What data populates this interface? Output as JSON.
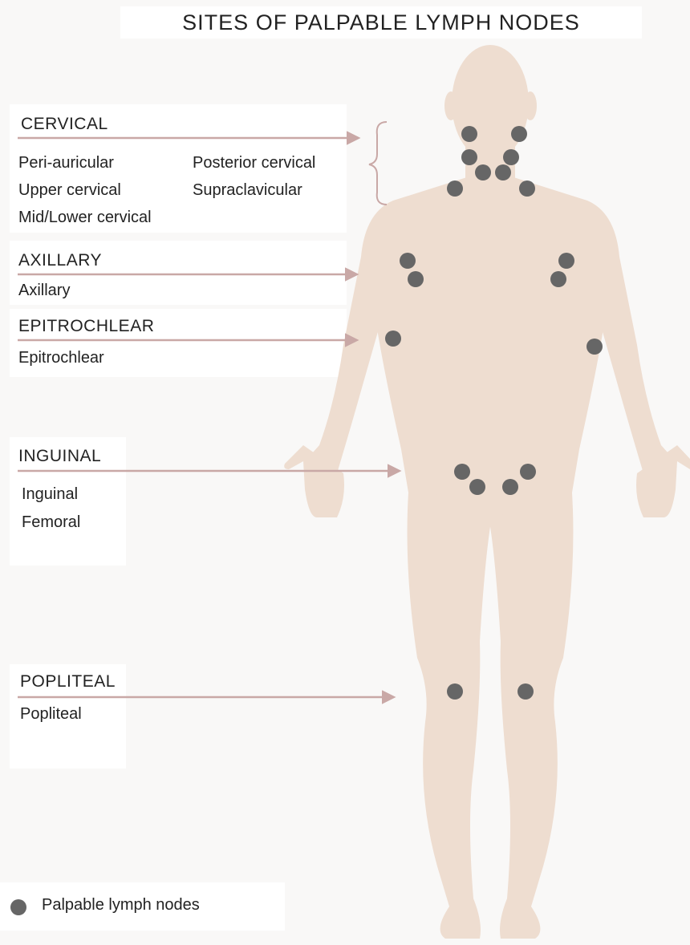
{
  "title": "SITES OF PALPABLE LYMPH NODES",
  "colors": {
    "skin": "#eeddd0",
    "node": "#666666",
    "arrow": "#c9a8a6",
    "background": "#f9f8f7"
  },
  "groups": [
    {
      "id": "cervical",
      "heading": "CERVICAL",
      "items": [
        "Peri-auricular",
        "Upper cervical",
        "Mid/Lower cervical",
        "Posterior cervical",
        "Supraclavicular"
      ]
    },
    {
      "id": "axillary",
      "heading": "AXILLARY",
      "items": [
        "Axillary"
      ]
    },
    {
      "id": "epitrochlear",
      "heading": "EPITROCHLEAR",
      "items": [
        "Epitrochlear"
      ]
    },
    {
      "id": "inguinal",
      "heading": "INGUINAL",
      "items": [
        "Inguinal",
        "Femoral"
      ]
    },
    {
      "id": "popliteal",
      "heading": "POPLITEAL",
      "items": [
        "Popliteal"
      ]
    }
  ],
  "legend": {
    "label": "Palpable lymph nodes"
  }
}
